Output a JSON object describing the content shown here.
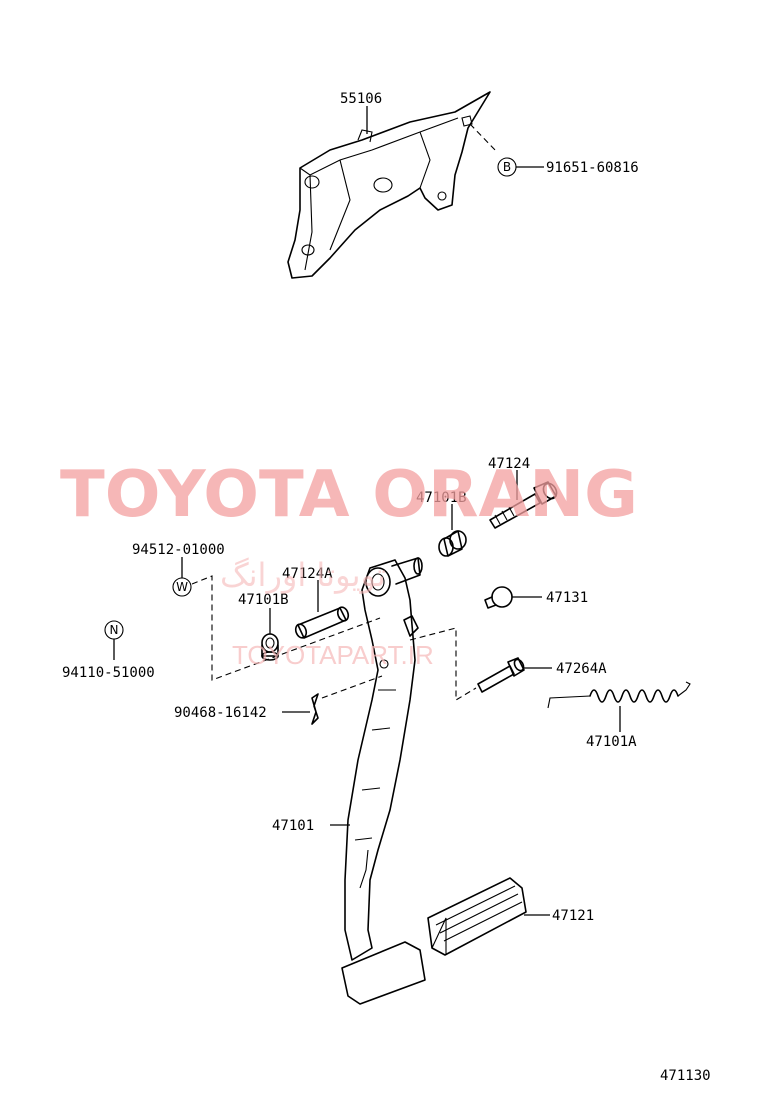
{
  "diagram_number": "471130",
  "watermark": {
    "brand": "TOYOTA ORANG",
    "persian": "تویوتا اورانگ",
    "url": "TOYOTAPART.IR"
  },
  "parts": {
    "bracket": "55106",
    "bracket_bolt": "91651-60816",
    "bolt_top": "47124",
    "bushing_top": "47101B",
    "pin_collar": "47124A",
    "bushing_left": "47101B",
    "washer_part": "94512-01000",
    "nut_part": "94110-51000",
    "cushion": "47131",
    "stopper_bolt": "47264A",
    "return_spring": "47101A",
    "clip": "90468-16142",
    "pedal_arm": "47101",
    "pedal_pad": "47121"
  },
  "callout_letters": {
    "bolt": "B",
    "washer": "W",
    "nut": "N"
  }
}
